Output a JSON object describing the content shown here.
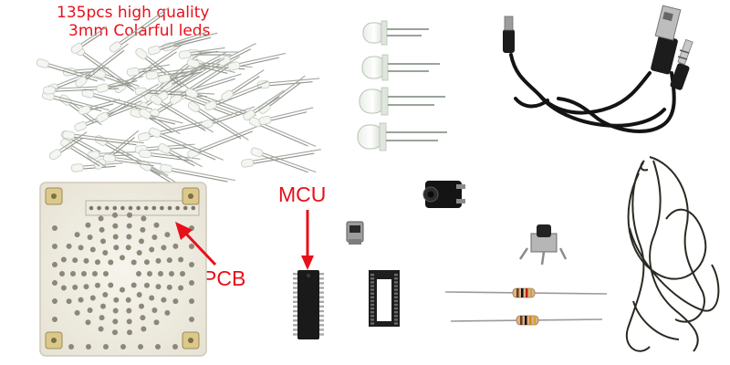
{
  "caption": {
    "line1": "135pcs high quality",
    "line2": "3mm Colarful leds"
  },
  "labels": {
    "mcu": "MCU",
    "pcb": "PCB"
  },
  "colors": {
    "label_red": "#e8101a",
    "pcb_white": "#f1efe6",
    "chip_black": "#1a1a1a",
    "cable_black": "#141414"
  },
  "components": [
    "led-pile-icon",
    "led-icon",
    "usb-audio-cable-icon",
    "pcb-board-icon",
    "mcu-chip-icon",
    "ic-socket-icon",
    "mini-usb-connector-icon",
    "audio-jack-icon",
    "tactile-switch-icon",
    "resistor-icon",
    "wire-coil-icon"
  ]
}
